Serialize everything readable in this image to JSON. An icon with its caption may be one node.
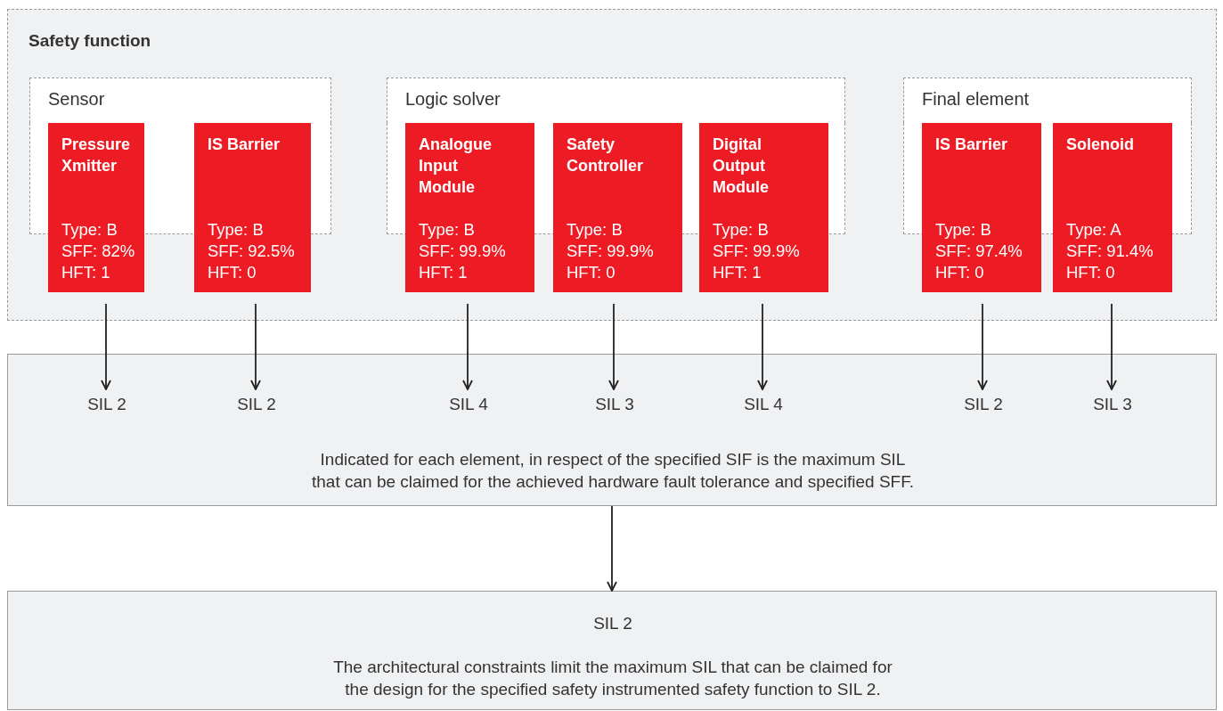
{
  "diagram": {
    "nodes": [
      {
        "text": [
          "Safety function"
        ]
      },
      {
        "text": [
          "Sensor"
        ],
        "in": 0
      },
      {
        "text": [
          "Pressure Xmitter",
          "Type: B",
          "SFF: 82%",
          "HFT: 1"
        ],
        "in": 0
      },
      {
        "text": [
          "IS Barrier",
          "Type: B",
          "SFF: 92.5%",
          "HFT: 0"
        ],
        "in": 0
      },
      {
        "text": [
          "Logic solver"
        ],
        "in": 0
      },
      {
        "text": [
          "Analogue Input Module",
          "Type: B",
          "SFF: 99.9%",
          "HFT: 1"
        ],
        "in": 0
      },
      {
        "text": [
          "Safety Controller",
          "Type: B",
          "SFF: 99.9%",
          "HFT: 0"
        ],
        "in": 0
      },
      {
        "text": [
          "Digital Output Module",
          "Type: B",
          "SFF: 99.9%",
          "HFT: 1"
        ],
        "in": 0
      },
      {
        "text": [
          "Final element"
        ],
        "in": 0
      },
      {
        "text": [
          "IS Barrier",
          "Type: B",
          "SFF: 97.4%",
          "HFT: 0"
        ],
        "in": 0
      },
      {
        "text": [
          "Solenoid",
          "Type: A",
          "SFF: 91.4%",
          "HFT: 0"
        ],
        "in": 0
      },
      {
        "text": [
          "Indicated for each element, in respect of the specified SIF is the maximum SIL that can be claimed for the achieved hardware fault tolerance and specified SFF."
        ]
      },
      {
        "text": [
          "SIL 2"
        ],
        "in": 11
      },
      {
        "text": [
          "SIL 2"
        ],
        "in": 11
      },
      {
        "text": [
          "SIL 4"
        ],
        "in": 11
      },
      {
        "text": [
          "SIL 3"
        ],
        "in": 11
      },
      {
        "text": [
          "SIL 4"
        ],
        "in": 11
      },
      {
        "text": [
          "SIL 2"
        ],
        "in": 11
      },
      {
        "text": [
          "SIL 3"
        ],
        "in": 11
      },
      {
        "text": [
          "SIL 2",
          "The architectural constraints limit the maximum SIL that can be claimed for the design for the specified safety instrumented safety function to SIL 2."
        ]
      }
    ],
    "edges": [
      {
        "from": 2,
        "to": 12,
        "arrow": "to"
      },
      {
        "from": 3,
        "to": 13,
        "arrow": "to"
      },
      {
        "from": 5,
        "to": 14,
        "arrow": "to"
      },
      {
        "from": 6,
        "to": 15,
        "arrow": "to"
      },
      {
        "from": 7,
        "to": 16,
        "arrow": "to"
      },
      {
        "from": 9,
        "to": 17,
        "arrow": "to"
      },
      {
        "from": 10,
        "to": 18,
        "arrow": "to"
      },
      {
        "from": 11,
        "to": 19,
        "arrow": "to"
      }
    ]
  }
}
